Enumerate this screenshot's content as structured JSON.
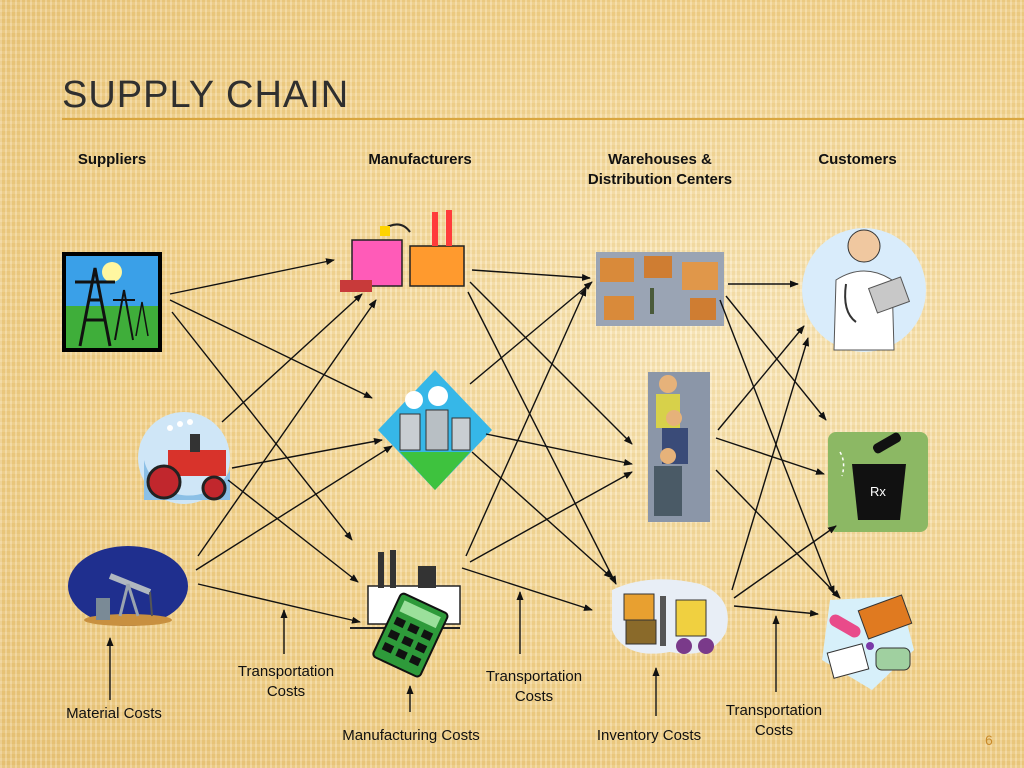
{
  "slide": {
    "title": "SUPPLY CHAIN",
    "page_number": "6"
  },
  "columns": {
    "suppliers": "Suppliers",
    "manufacturers": "Manufacturers",
    "warehouses_line1": "Warehouses &",
    "warehouses_line2": "Distribution Centers",
    "customers": "Customers"
  },
  "cost_labels": {
    "material": "Material Costs",
    "transport1_line1": "Transportation",
    "transport1_line2": "Costs",
    "manufacturing": "Manufacturing Costs",
    "transport2_line1": "Transportation",
    "transport2_line2": "Costs",
    "inventory": "Inventory Costs",
    "transport3_line1": "Transportation",
    "transport3_line2": "Costs"
  },
  "icons": {
    "pharmacy_symbol": "Rx"
  },
  "colors": {
    "accent_rule": "#d9a640",
    "page_number": "#c98a2a",
    "arrow": "#111111"
  }
}
